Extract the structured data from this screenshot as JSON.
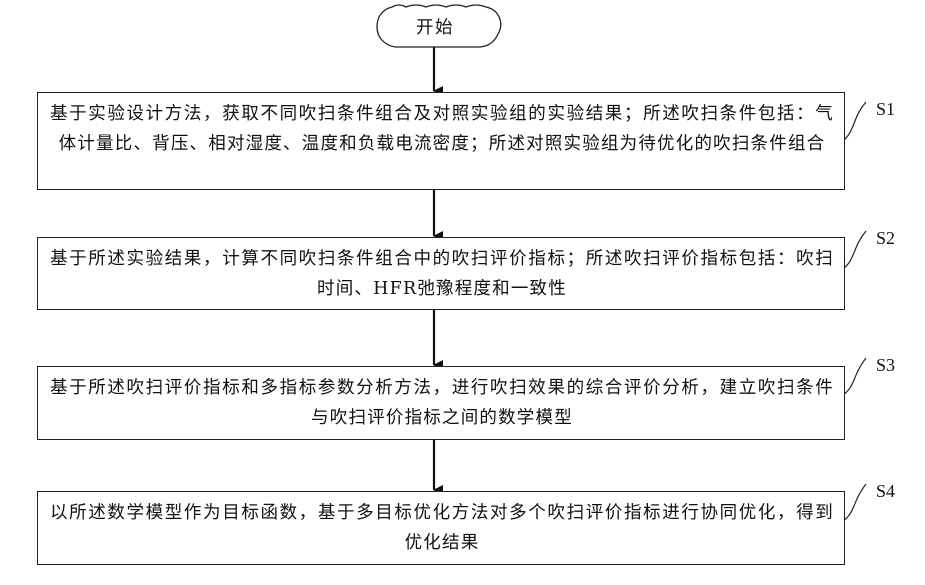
{
  "start": {
    "label": "开始"
  },
  "steps": [
    {
      "id": "S1",
      "text": "基于实验设计方法，获取不同吹扫条件组合及对照实验组的实验结果；所述吹扫条件包括：气体计量比、背压、相对湿度、温度和负载电流密度；所述对照实验组为待优化的吹扫条件组合"
    },
    {
      "id": "S2",
      "text": "基于所述实验结果，计算不同吹扫条件组合中的吹扫评价指标；所述吹扫评价指标包括：吹扫时间、HFR弛豫程度和一致性"
    },
    {
      "id": "S3",
      "text": "基于所述吹扫评价指标和多指标参数分析方法，进行吹扫效果的综合评价分析，建立吹扫条件与吹扫评价指标之间的数学模型"
    },
    {
      "id": "S4",
      "text": "以所述数学模型作为目标函数，基于多目标优化方法对多个吹扫评价指标进行协同优化，得到优化结果"
    }
  ]
}
